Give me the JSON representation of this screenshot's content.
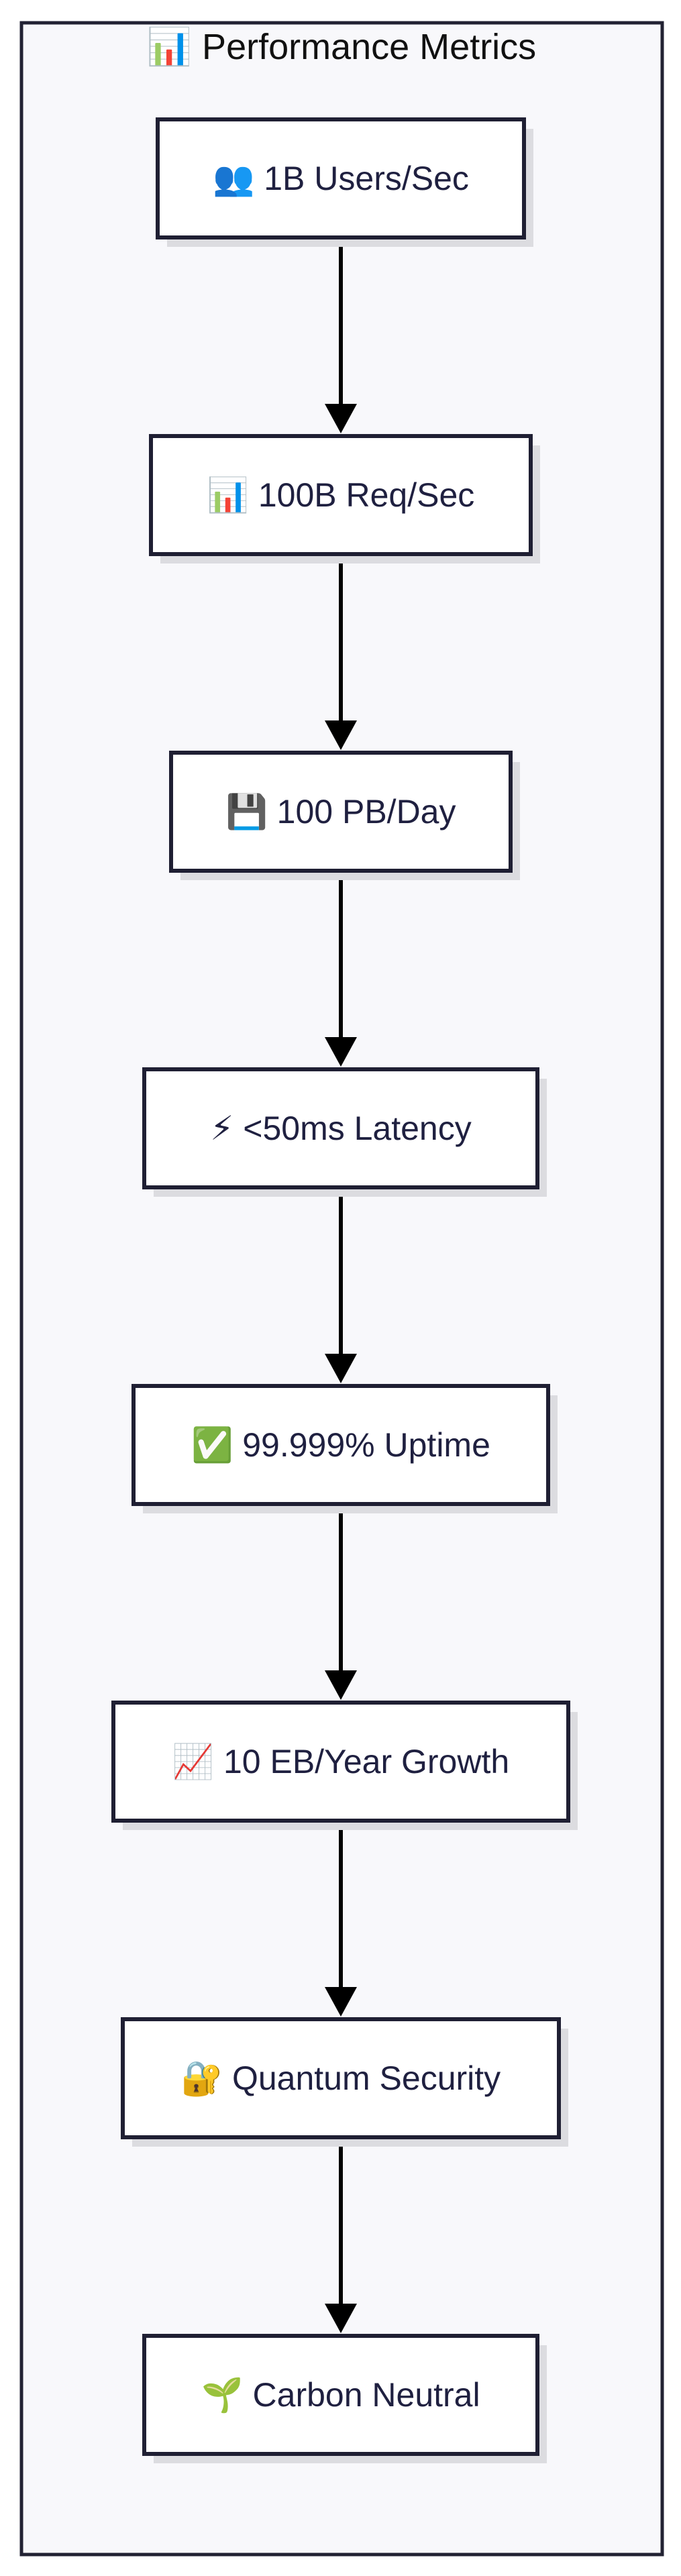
{
  "subgraph": {
    "title": "📊 Performance Metrics"
  },
  "nodes": [
    {
      "label": "👥 1B Users/Sec"
    },
    {
      "label": "📊 100B Req/Sec"
    },
    {
      "label": "💾 100 PB/Day"
    },
    {
      "label": "⚡ <50ms Latency"
    },
    {
      "label": "✅ 99.999% Uptime"
    },
    {
      "label": "📈 10 EB/Year Growth"
    },
    {
      "label": "🔐 Quantum Security"
    },
    {
      "label": "🌱 Carbon Neutral"
    }
  ],
  "colors": {
    "background": "#ffffff",
    "subgraph_fill": "#f8f8fb",
    "subgraph_stroke": "#222233",
    "node_fill": "#ffffff",
    "node_stroke": "#1f1f33",
    "node_shadow": "#dcdce0",
    "edge": "#000000"
  }
}
